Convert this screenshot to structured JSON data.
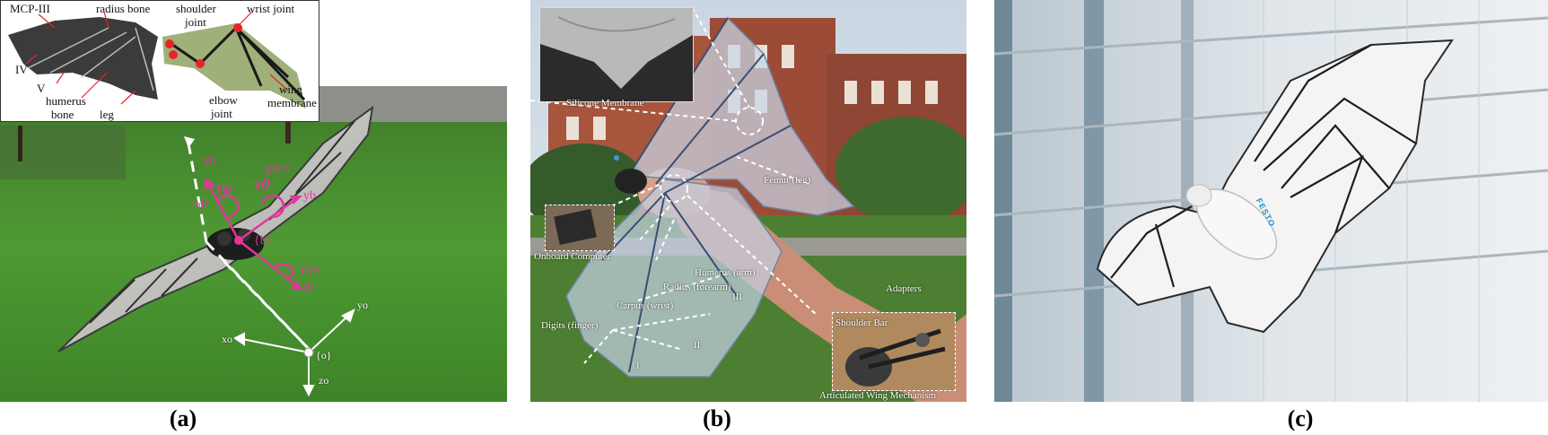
{
  "panel_a": {
    "caption": "(a)",
    "inset": {
      "mcp": "MCP-III",
      "radius_bone": "radius bone",
      "shoulder_joint": "shoulder\njoint",
      "shoulder_line1": "shoulder",
      "shoulder_line2": "joint",
      "wrist_joint": "wrist joint",
      "iv": "IV",
      "v": "V",
      "humerus_line1": "humerus",
      "humerus_line2": "bone",
      "leg": "leg",
      "elbow_line1": "elbow",
      "elbow_line2": "joint",
      "wing_line1": "wing",
      "wing_line2": "membrane"
    },
    "axes": {
      "xb": "xb",
      "yb": "yb",
      "zb": "zb",
      "pitch": "pitch",
      "roll": "roll",
      "yaw": "yaw",
      "tau_phi": "τφ",
      "tau_theta": "τθ",
      "body_frame": "{b}",
      "world_frame": "{o}",
      "xo": "xo",
      "yo": "yo",
      "zo": "zo"
    }
  },
  "panel_b": {
    "caption": "(b)",
    "labels": {
      "silicone_membrane": "Silicone Membrane",
      "femur": "Femur (leg)",
      "onboard_computer": "Onboard Computer",
      "humerus": "Humerus (arm)",
      "radius": "Radius (forearm)",
      "carpus": "Carpus (wrist)",
      "digits": "Digits (finger)",
      "iii": "III",
      "ii": "II",
      "i": "I",
      "adapters": "Adapters",
      "shoulder_bar": "Shoulder Bar",
      "articulated": "Articulated Wing Mechanism"
    }
  },
  "panel_c": {
    "caption": "(c)",
    "brand": "FESTO"
  }
}
